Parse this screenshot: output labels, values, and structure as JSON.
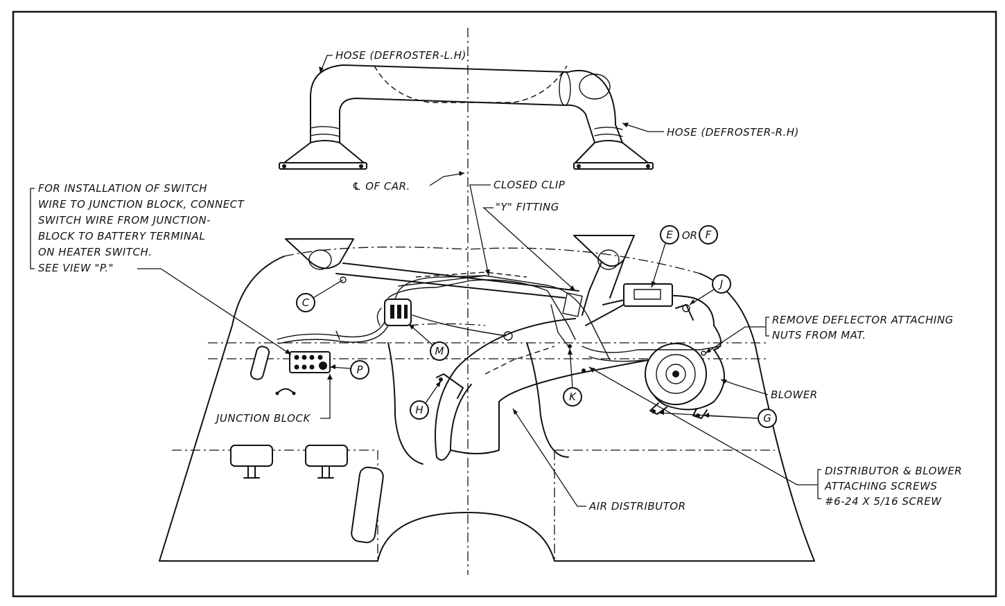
{
  "labels": {
    "hose_lh": "HOSE (DEFROSTER-L.H)",
    "hose_rh": "HOSE (DEFROSTER-R.H)",
    "center_of_car": "℄ OF CAR.",
    "closed_clip": "CLOSED CLIP",
    "y_fitting": "\"Y\" FITTING",
    "note_lines": [
      "FOR INSTALLATION OF SWITCH",
      "WIRE TO JUNCTION BLOCK, CONNECT",
      "SWITCH WIRE FROM JUNCTION-",
      "BLOCK TO BATTERY TERMINAL",
      "ON HEATER SWITCH.",
      "SEE VIEW \"P.\""
    ],
    "remove_deflector_lines": [
      "REMOVE DEFLECTOR ATTACHING",
      "NUTS FROM MAT."
    ],
    "blower": "BLOWER",
    "junction_block": "JUNCTION BLOCK",
    "air_distributor": "AIR DISTRIBUTOR",
    "screws_lines": [
      "DISTRIBUTOR & BLOWER",
      "ATTACHING SCREWS",
      "#6-24 X 5/16 SCREW"
    ],
    "or": "OR"
  },
  "callouts": {
    "c": "C",
    "e": "E",
    "f": "F",
    "j": "J",
    "m": "M",
    "p": "P",
    "h": "H",
    "k": "K",
    "g": "G"
  }
}
